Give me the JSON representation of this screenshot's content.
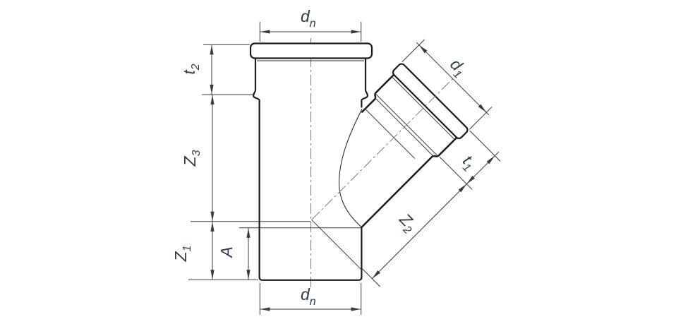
{
  "drawing": {
    "kind_label": "",
    "colors": {
      "outline": "#1b1b1b",
      "dimension_lines": "#3a3a3a",
      "centerline": "#7a7a7a",
      "labels": "#2f3e4e",
      "background": "#ffffff"
    },
    "dimension_labels": {
      "dn_top": {
        "base": "d",
        "sub": "n"
      },
      "t2": {
        "base": "t",
        "sub": "2"
      },
      "z3": {
        "base": "Z",
        "sub": "3"
      },
      "z1": {
        "base": "Z",
        "sub": "1"
      },
      "a": {
        "base": "A",
        "sub": ""
      },
      "dn_bottom": {
        "base": "d",
        "sub": "n"
      },
      "d1": {
        "base": "d",
        "sub": "1"
      },
      "t1": {
        "base": "t",
        "sub": "1"
      },
      "z2": {
        "base": "Z",
        "sub": "2"
      }
    }
  }
}
